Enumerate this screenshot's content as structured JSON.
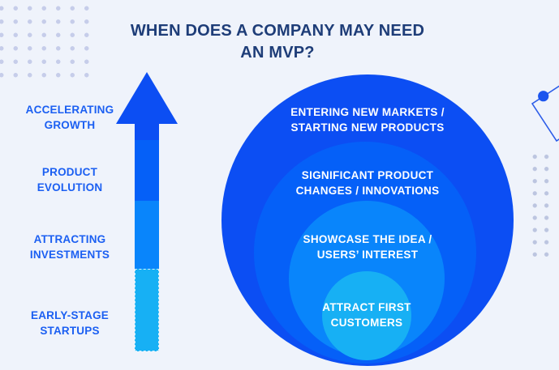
{
  "title": {
    "line1": "WHEN DOES A COMPANY MAY NEED",
    "line2": "AN MVP?"
  },
  "stages": [
    {
      "line1": "ACCELERATING",
      "line2": "GROWTH",
      "color": "#0c4ef3"
    },
    {
      "line1": "PRODUCT",
      "line2": "EVOLUTION",
      "color": "#0560f8"
    },
    {
      "line1": "ATTRACTING",
      "line2": "INVESTMENTS",
      "color": "#0985fb"
    },
    {
      "line1": "EARLY-STAGE",
      "line2": "STARTUPS",
      "color": "#17b0f4"
    }
  ],
  "rings": [
    {
      "line1": "ENTERING NEW MARKETS /",
      "line2": "STARTING NEW PRODUCTS",
      "color": "#0c4ef3"
    },
    {
      "line1": "SIGNIFICANT PRODUCT",
      "line2": "CHANGES / INNOVATIONS",
      "color": "#0560f8"
    },
    {
      "line1": "SHOWCASE THE IDEA /",
      "line2": "USERS’ INTEREST",
      "color": "#0985fb"
    },
    {
      "line1": "ATTRACT FIRST",
      "line2": "CUSTOMERS",
      "color": "#17b0f4"
    }
  ],
  "colors": {
    "background": "#eff3fb",
    "title_text": "#1e3d78",
    "stage_label_text": "#1b5ff2",
    "ring_text": "#ffffff",
    "decor_dots": "#c6cdea",
    "decor_outline_blue": "#2c5ce8"
  }
}
